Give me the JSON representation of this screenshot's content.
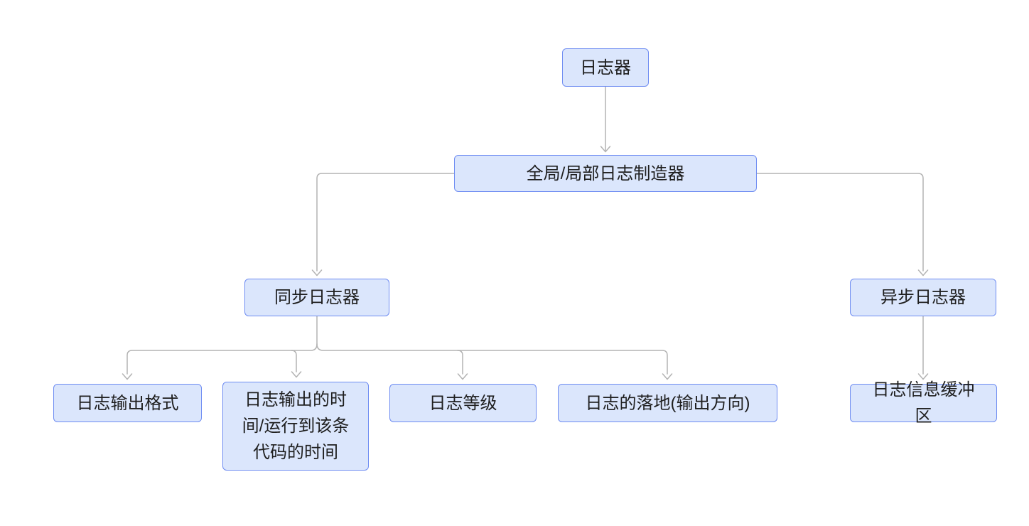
{
  "diagram": {
    "colors": {
      "background": "#ffffff",
      "node_fill": "#dbe6fc",
      "node_border": "#6e8cf2",
      "connector": "#b3b3b3",
      "text": "#1f1f1f"
    },
    "nodes": [
      {
        "id": "logger",
        "label": "日志器"
      },
      {
        "id": "maker",
        "label": "全局/局部日志制造器"
      },
      {
        "id": "sync",
        "label": "同步日志器"
      },
      {
        "id": "async",
        "label": "异步日志器"
      },
      {
        "id": "format",
        "label": "日志输出格式"
      },
      {
        "id": "time",
        "label": "日志输出的时间/运行到该条代码的时间"
      },
      {
        "id": "level",
        "label": "日志等级"
      },
      {
        "id": "sink",
        "label": "日志的落地(输出方向)"
      },
      {
        "id": "buffer",
        "label": "日志信息缓冲区"
      }
    ],
    "edges": [
      {
        "from": "日志器",
        "to": "全局/局部日志制造器"
      },
      {
        "from": "全局/局部日志制造器",
        "to": "同步日志器"
      },
      {
        "from": "全局/局部日志制造器",
        "to": "异步日志器"
      },
      {
        "from": "同步日志器",
        "to": "日志输出格式"
      },
      {
        "from": "同步日志器",
        "to": "日志输出的时间/运行到该条代码的时间"
      },
      {
        "from": "同步日志器",
        "to": "日志等级"
      },
      {
        "from": "同步日志器",
        "to": "日志的落地(输出方向)"
      },
      {
        "from": "异步日志器",
        "to": "日志信息缓冲区"
      }
    ]
  }
}
